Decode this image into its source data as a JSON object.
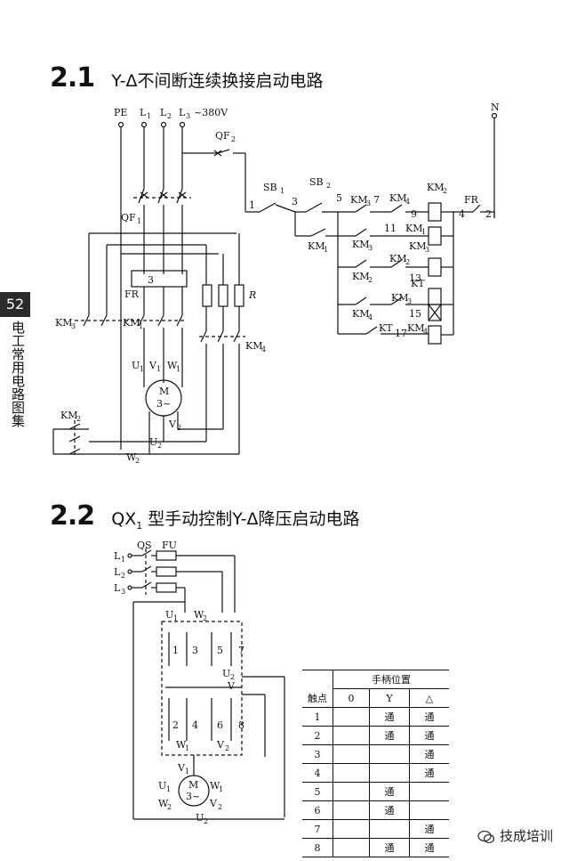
{
  "section1": {
    "number": "2.1",
    "title": "Y-Δ不间断连续换接启动电路",
    "labels": {
      "pe": "PE",
      "l1": "L",
      "l1s": "1",
      "l2": "L",
      "l2s": "2",
      "l3": "L",
      "l3s": "3",
      "voltage": "~380V",
      "n": "N",
      "qf2": "QF",
      "qf2s": "2",
      "qf1": "QF",
      "qf1s": "1",
      "sb1": "SB",
      "sb1s": "1",
      "sb2": "SB",
      "sb2s": "2",
      "km3": "KM",
      "km3s": "3",
      "km4": "KM",
      "km4s": "4",
      "km2": "KM",
      "km2s": "2",
      "km1": "KM",
      "km1s": "1",
      "fr": "FR",
      "kt": "KT",
      "r": "R",
      "motor": "M",
      "motor_phase": "3~",
      "u1": "U",
      "u1s": "1",
      "v1": "V",
      "v1s": "1",
      "w1": "W",
      "w1s": "1",
      "u2": "U",
      "u2s": "2",
      "v2": "V",
      "v2s": "2",
      "w2": "W",
      "w2s": "2",
      "relay_num": "3",
      "n1": "1",
      "n2": "2",
      "n3": "3",
      "n4": "4",
      "n5": "5",
      "n7": "7",
      "n9": "9",
      "n11": "11",
      "n13": "13",
      "n15": "15",
      "n17": "17"
    }
  },
  "side": {
    "page_number": "52",
    "book_title": "电工常用电路图集"
  },
  "section2": {
    "number": "2.2",
    "title_pre": "QX",
    "title_sub": "1",
    "title_post": " 型手动控制Y-Δ降压启动电路",
    "labels": {
      "qs": "QS",
      "fu": "FU",
      "l1": "L",
      "l1s": "1",
      "l2": "L",
      "l2s": "2",
      "l3": "L",
      "l3s": "3",
      "u1": "U",
      "u1s": "1",
      "w2": "W",
      "w2s": "2",
      "u2": "U",
      "u2s": "2",
      "v1": "V",
      "v1s": "1",
      "w1": "W",
      "w1s": "1",
      "v2": "V",
      "v2s": "2",
      "motor": "M",
      "motor_phase": "3~",
      "c1": "1",
      "c2": "2",
      "c3": "3",
      "c4": "4",
      "c5": "5",
      "c6": "6",
      "c7": "7",
      "c8": "8"
    },
    "table": {
      "header_group": "手柄位置",
      "col_contact": "触点",
      "col_0": "0",
      "col_y": "Y",
      "col_d": "△",
      "rows": [
        {
          "contact": "1",
          "off": "",
          "y": "通",
          "d": "通"
        },
        {
          "contact": "2",
          "off": "",
          "y": "通",
          "d": "通"
        },
        {
          "contact": "3",
          "off": "",
          "y": "",
          "d": "通"
        },
        {
          "contact": "4",
          "off": "",
          "y": "",
          "d": "通"
        },
        {
          "contact": "5",
          "off": "",
          "y": "通",
          "d": ""
        },
        {
          "contact": "6",
          "off": "",
          "y": "通",
          "d": ""
        },
        {
          "contact": "7",
          "off": "",
          "y": "",
          "d": "通"
        },
        {
          "contact": "8",
          "off": "",
          "y": "通",
          "d": "通"
        }
      ]
    }
  },
  "watermark": {
    "icon": "wechat-icon",
    "text": "技成培训"
  }
}
